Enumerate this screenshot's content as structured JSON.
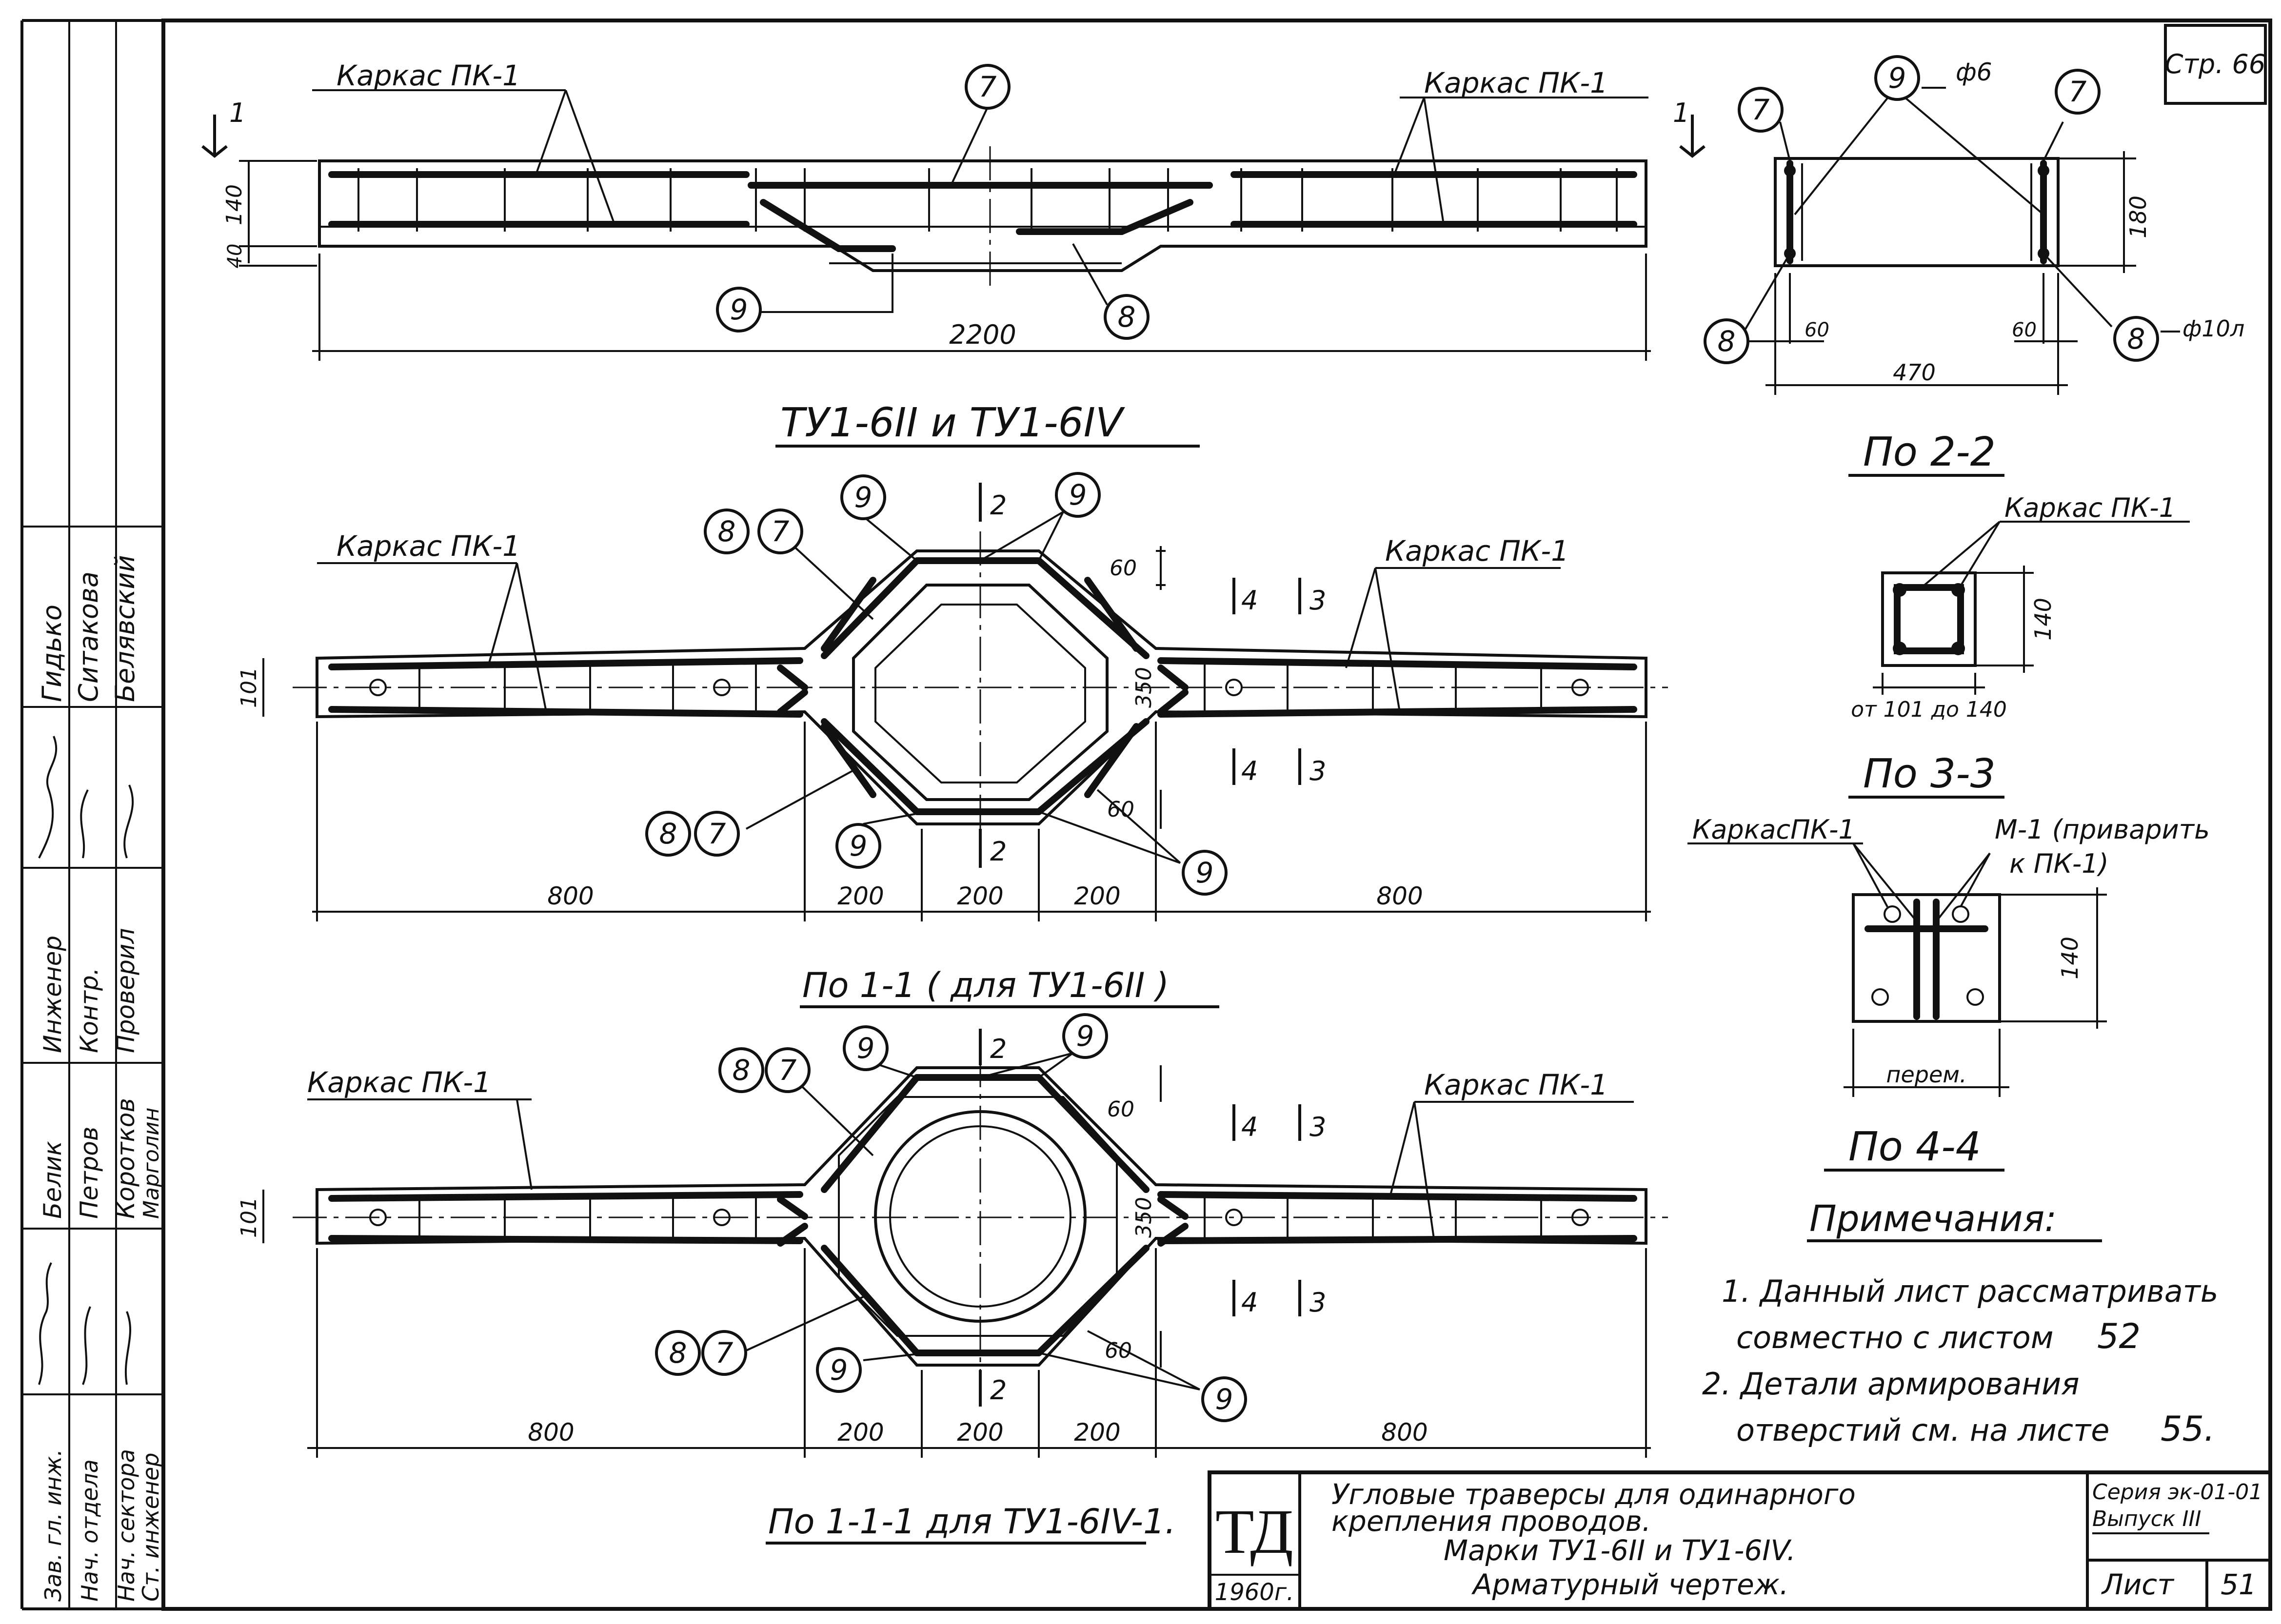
{
  "sheet_corner": "Стр. 66",
  "labels": {
    "karkas": "Каркас ПК-1",
    "karkas_compact": "КаркасПК-1",
    "phi6": "ф6",
    "phi10": "ф10л",
    "m1_a": "М-1 (приварить",
    "m1_b": "к ПК-1)",
    "ot101": "от 101 до 140",
    "perem": "перем."
  },
  "dimensions": {
    "d2200": "2200",
    "d140": "140",
    "d40": "40",
    "d180": "180",
    "d60": "60",
    "d470": "470",
    "d101": "101",
    "d350": "350",
    "d800": "800",
    "d200": "200"
  },
  "section_marks": {
    "m1": "1",
    "m2": "2",
    "m3": "3",
    "m4": "4"
  },
  "callouts": {
    "c7": "7",
    "c8": "8",
    "c9": "9"
  },
  "view_titles": {
    "plan": "ТУ1-6II и ТУ1-6IV",
    "s11": "По 1-1 ( для ТУ1-6II )",
    "s111": "По 1-1-1 для ТУ1-6IV-1.",
    "s22": "По 2-2",
    "s33": "По 3-3",
    "s44": "По 4-4"
  },
  "notes": {
    "title": "Примечания:",
    "n1a": "1. Данный лист рассматривать",
    "n1b": "совместно с листом",
    "n1num": "52",
    "n2a": "2. Детали армирования",
    "n2b": "отверстий см. на листе",
    "n2num": "55."
  },
  "title_block": {
    "logo": "ТД",
    "year": "1960г.",
    "line1": "Угловые траверсы для одинарного",
    "line2": "крепления проводов.",
    "line3": "Марки ТУ1-6II и ТУ1-6IV.",
    "line4": "Арматурный чертеж.",
    "series": "Серия эк-01-01",
    "issue": "Выпуск III",
    "sheet_label": "Лист",
    "sheet_number": "51"
  },
  "stamp": {
    "roles": [
      "Зав. гл. инж.",
      "Нач. отдела",
      "Нач. сектора",
      "Ст. инженер",
      "Инженер",
      "Контр.",
      "Проверил"
    ],
    "names": [
      "Белик",
      "Петров",
      "Коротков",
      "Марголин",
      "Гидько",
      "Ситакова",
      "Белявский"
    ]
  }
}
